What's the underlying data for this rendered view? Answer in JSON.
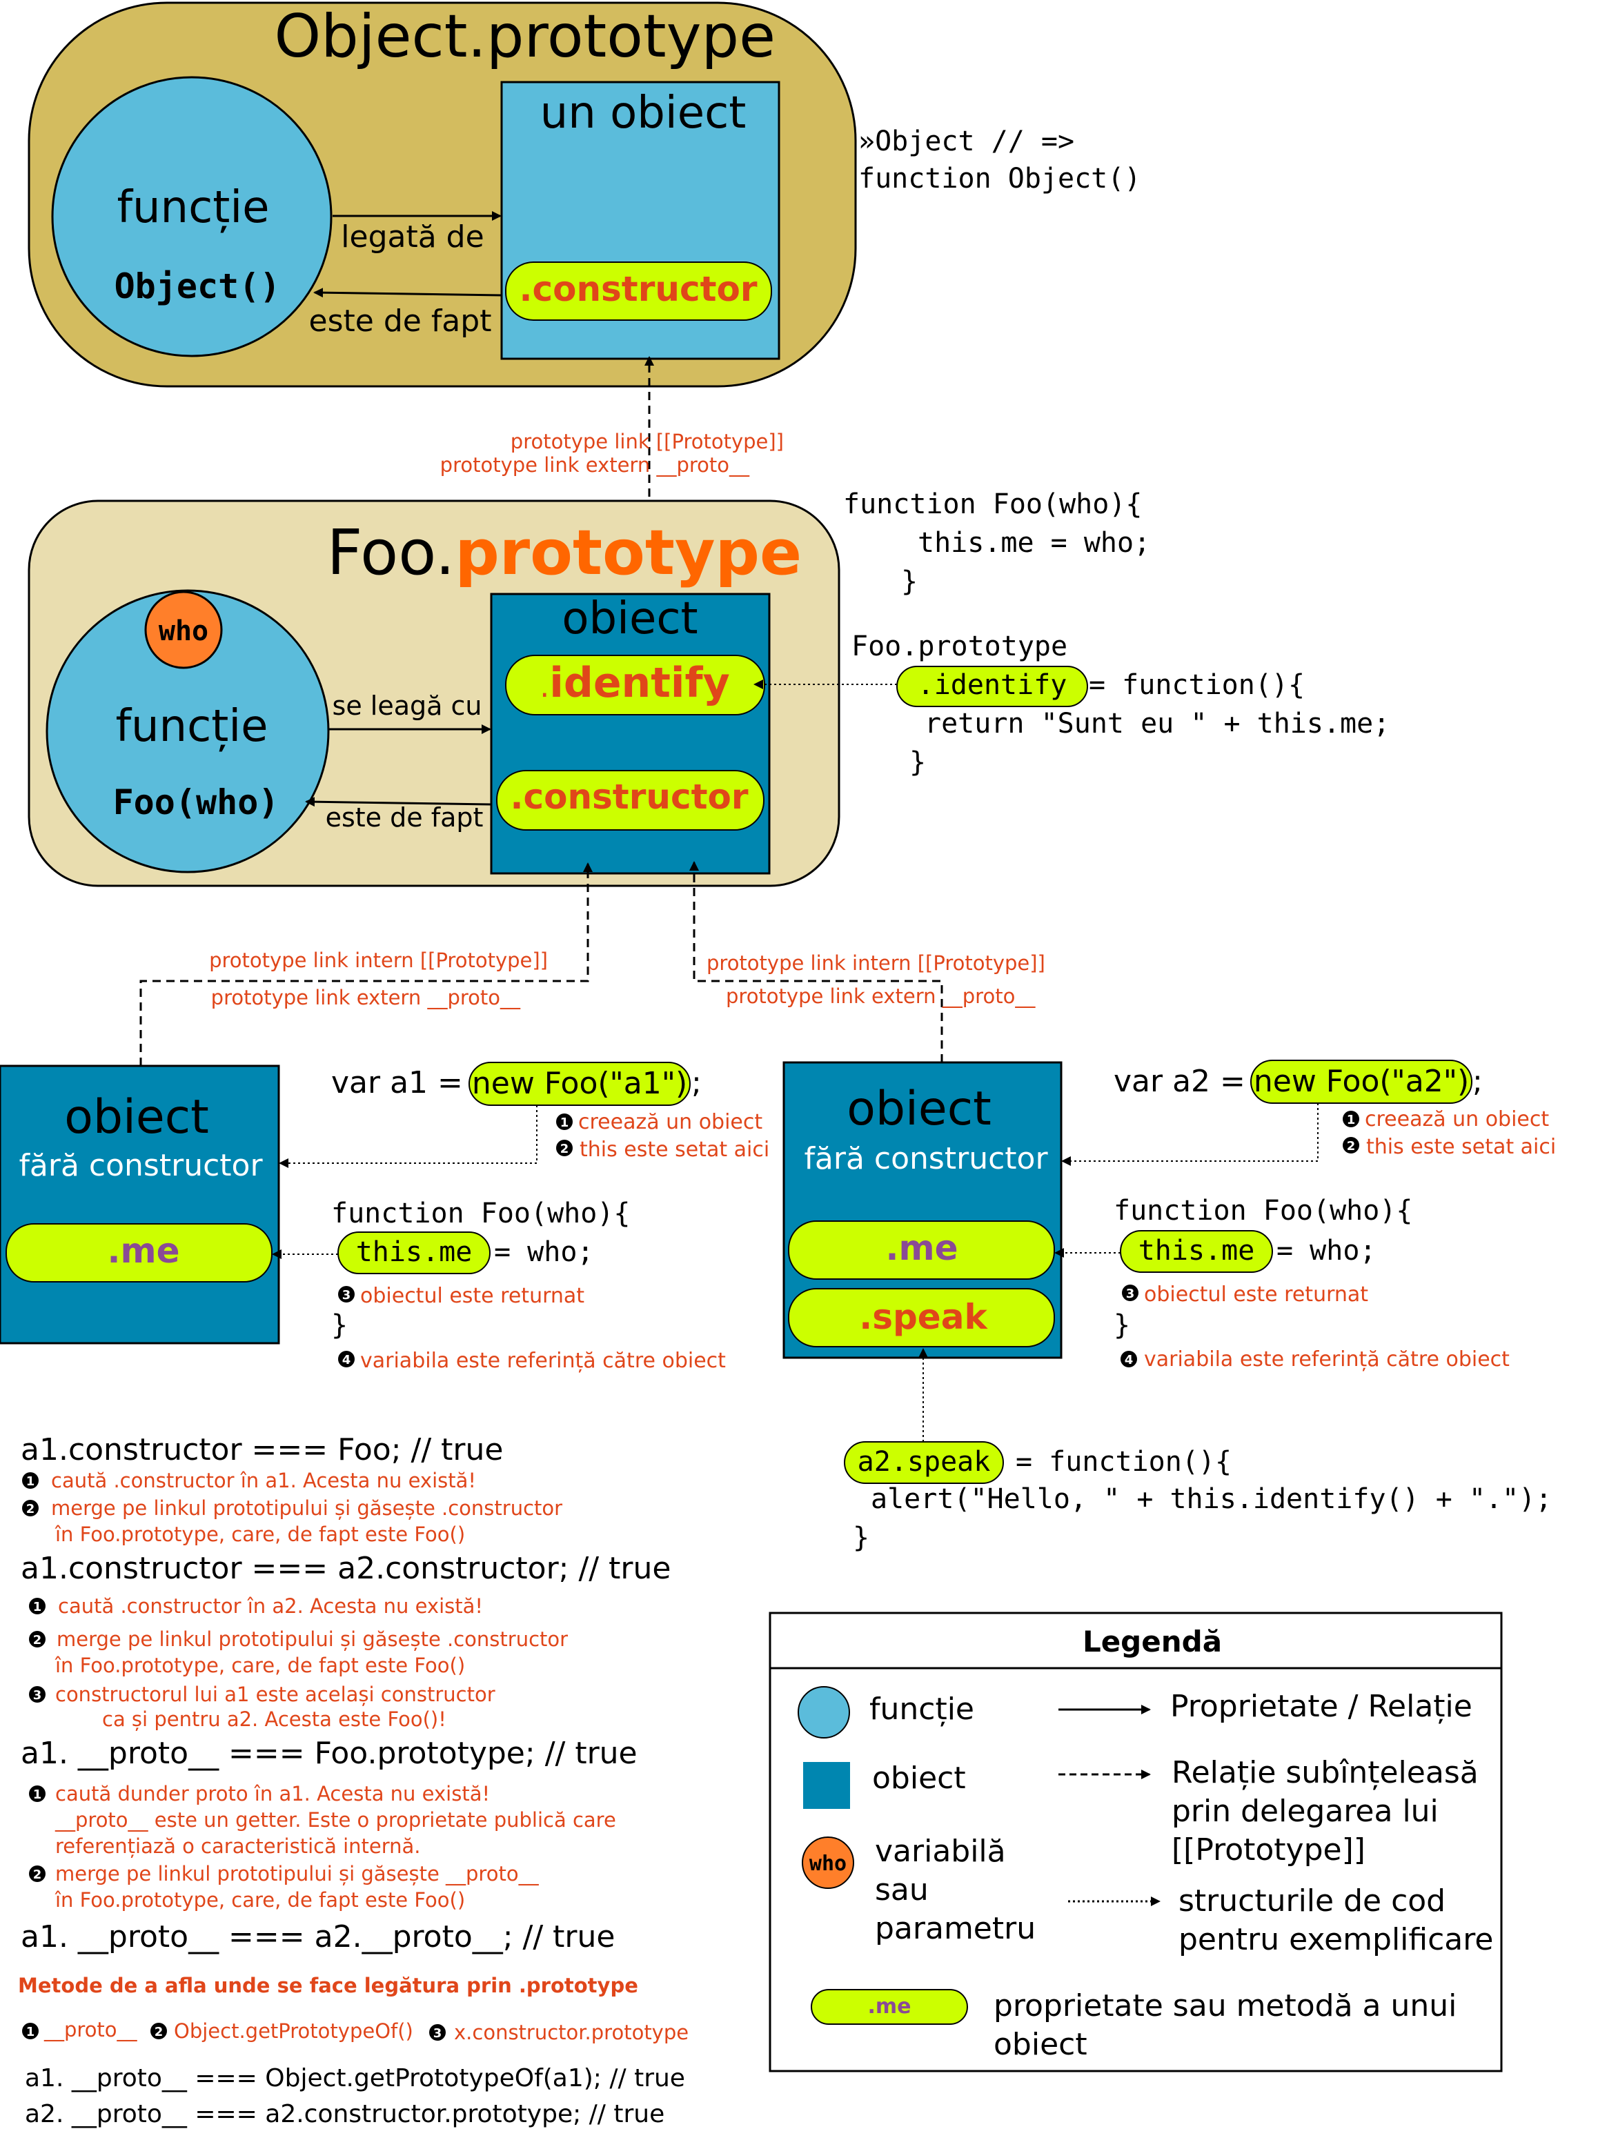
{
  "colors": {
    "gold": "#d3bc5f",
    "beige": "#e9ddaf",
    "light_blue": "#5bbcdb",
    "teal": "#0086b0",
    "lime": "#ccff00",
    "orange": "#ff7f2a",
    "annotation_red": "#e0461a",
    "prototype_orange": "#ff6600"
  },
  "top": {
    "title": "Object.prototype",
    "func_label": "funcție",
    "func_name": "Object()",
    "obj_label": "un obiect",
    "constructor": ".constructor",
    "arrow_top": "legată de",
    "arrow_bottom": "este de fapt",
    "console_line1": "»Object // =>",
    "console_line2": "function Object()"
  },
  "link_top": {
    "line1": "prototype link [[Prototype]]",
    "line2": "prototype link extern  __proto__"
  },
  "foo": {
    "title_plain": "Foo.",
    "title_accent": "prototype",
    "who": "who",
    "func_label": "funcție",
    "func_name": "Foo(who)",
    "obj_label": "obiect",
    "identify_dot": ".",
    "identify": "identify",
    "constructor": ".constructor",
    "arrow_top": "se leagă cu",
    "arrow_bottom": "este de fapt"
  },
  "foo_code": {
    "l1": "function Foo(who){",
    "l2": "this.me = who;",
    "l3": "}",
    "l4": "Foo.prototype",
    "l5_chip": ".identify",
    "l5_rest": "= function(){",
    "l6": "return \"Sunt eu \" + this.me;",
    "l7": "}"
  },
  "links_mid": {
    "left_l1": "prototype link intern [[Prototype]]",
    "left_l2": "prototype link extern __proto__",
    "right_l1": "prototype link intern [[Prototype]]",
    "right_l2": "prototype link extern  __proto__"
  },
  "a1": {
    "obj_label": "obiect",
    "obj_sub": "fără constructor",
    "me": ".me",
    "var_prefix": "var a1 =",
    "new_chip": "new Foo(\"a1\")",
    "semicolon": ";",
    "n1": "creează un obiect",
    "n2": "this este setat aici",
    "code1": "function Foo(who){",
    "chip_this": "this.me",
    "code2_rest": "= who;",
    "n3": "obiectul este returnat",
    "code3": "}",
    "n4": "variabila este referință către obiect"
  },
  "a2": {
    "obj_label": "obiect",
    "obj_sub": "fără constructor",
    "me": ".me",
    "speak": ".speak",
    "var_prefix": "var a2 =",
    "new_chip": "new Foo(\"a2\")",
    "semicolon": ";",
    "n1": "creează un obiect",
    "n2": "this este setat aici",
    "code1": "function Foo(who){",
    "chip_this": "this.me",
    "code2_rest": "= who;",
    "n3": "obiectul este returnat",
    "code3": "}",
    "n4": "variabila este referință către obiect",
    "speak_chip": "a2.speak",
    "speak_rest": "= function(){",
    "speak_l2": "alert(\"Hello, \" + this.identify() + \".\");",
    "speak_l3": "}"
  },
  "badges": [
    "1",
    "2",
    "3",
    "4"
  ],
  "explain": {
    "s1": "a1.constructor === Foo; // true",
    "s1n1": "caută .constructor în a1. Acesta nu există!",
    "s1n2a": "merge pe linkul prototipului și găsește .constructor",
    "s1n2b": "în Foo.prototype, care, de fapt este Foo()",
    "s2": "a1.constructor === a2.constructor; // true",
    "s2n1": "caută .constructor în a2. Acesta nu există!",
    "s2n2a": "merge pe linkul prototipului și găsește .constructor",
    "s2n2b": "în Foo.prototype, care, de fapt este Foo()",
    "s2n3a": "constructorul lui a1 este același constructor",
    "s2n3b": "ca și pentru a2. Acesta este Foo()!",
    "s3": "a1. __proto__ === Foo.prototype; // true",
    "s3n1a": "caută dunder proto în a1. Acesta nu există!",
    "s3n1b": "__proto__ este un getter. Este o proprietate publică care",
    "s3n1c": "referențiază o caracteristică internă.",
    "s3n2a": "merge pe linkul prototipului și găsește __proto__",
    "s3n2b": "în Foo.prototype, care, de fapt este Foo()",
    "s4": "a1. __proto__ === a2.__proto__; // true",
    "methods_title": "Metode de a afla unde se face legătura prin .prototype",
    "m1": "__proto__",
    "m2": "Object.getPrototypeOf()",
    "m3": "x.constructor.prototype",
    "e1": "a1. __proto__ === Object.getPrototypeOf(a1); // true",
    "e2": "a2. __proto__ === a2.constructor.prototype; // true"
  },
  "legend": {
    "title": "Legendă",
    "func": "funcție",
    "obj": "obiect",
    "var_l1": "variabilă",
    "var_l2": "sau",
    "var_l3": "parametru",
    "who": "who",
    "rel": "Proprietate / Relație",
    "impl_l1": "Relație subînțeleasă",
    "impl_l2": "prin delegarea lui",
    "impl_l3": "[[Prototype]]",
    "code_l1": "structurile de cod",
    "code_l2": "pentru exemplificare",
    "me_chip": ".me",
    "prop_l1": "proprietate sau metodă a unui",
    "prop_l2": "obiect"
  }
}
